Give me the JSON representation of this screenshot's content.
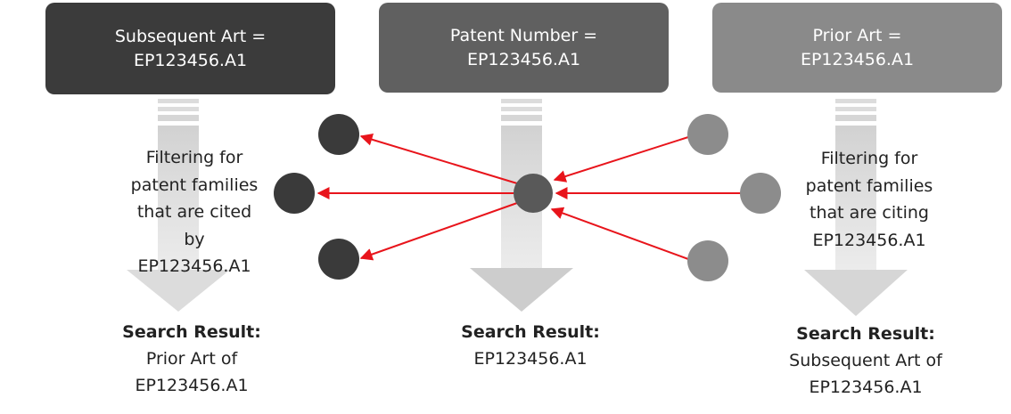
{
  "colors": {
    "dark": "#3b3b3b",
    "mid": "#606060",
    "light": "#8a8a8a",
    "node_dark": "#3a3a3a",
    "node_mid": "#595959",
    "node_light": "#8c8c8c",
    "arrow_shaft": "#d0d0d0",
    "arrow_head": "#cdcdcd",
    "link": "#e8141b"
  },
  "boxes": {
    "subsequent": {
      "line1": "Subsequent Art =",
      "line2": "EP123456.A1"
    },
    "patent": {
      "line1": "Patent Number =",
      "line2": "EP123456.A1"
    },
    "prior": {
      "line1": "Prior Art =",
      "line2": "EP123456.A1"
    }
  },
  "descriptions": {
    "left": [
      "Filtering for",
      "patent families",
      "that are cited",
      "by",
      "EP123456.A1"
    ],
    "right": [
      "Filtering for",
      "patent families",
      "that are citing",
      "EP123456.A1"
    ]
  },
  "results": {
    "left": {
      "heading": "Search Result:",
      "line1": "Prior Art of",
      "line2": "EP123456.A1"
    },
    "center": {
      "heading": "Search Result:",
      "line1": "EP123456.A1"
    },
    "right": {
      "heading": "Search Result:",
      "line1": "Subsequent Art of",
      "line2": "EP123456.A1"
    }
  }
}
